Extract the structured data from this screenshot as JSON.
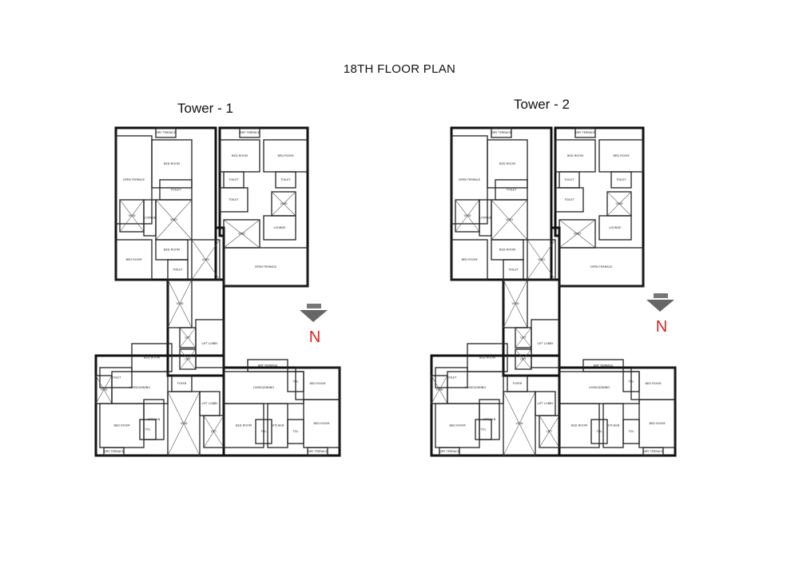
{
  "page_title": "18TH FLOOR PLAN",
  "towers": [
    {
      "title": "Tower - 1",
      "north_label": "N"
    },
    {
      "title": "Tower - 2",
      "north_label": "N"
    }
  ],
  "room_labels": {
    "dry_terrace": "DRY TERRACE",
    "bed_room": "BED ROOM",
    "toilet": "TOILET",
    "lounge": "LOUNGE",
    "void": "VOID",
    "open_terrace": "OPEN TERRACE",
    "lift": "LIFT",
    "lift_lobby": "LIFT LOBBY",
    "living_dining": "LIVING/DINING",
    "kitchen": "KITCHEN",
    "foyer": "FOYER",
    "tol": "TOL"
  },
  "colors": {
    "north_arrow": "#e02020",
    "arrow_grey": "#666666"
  }
}
